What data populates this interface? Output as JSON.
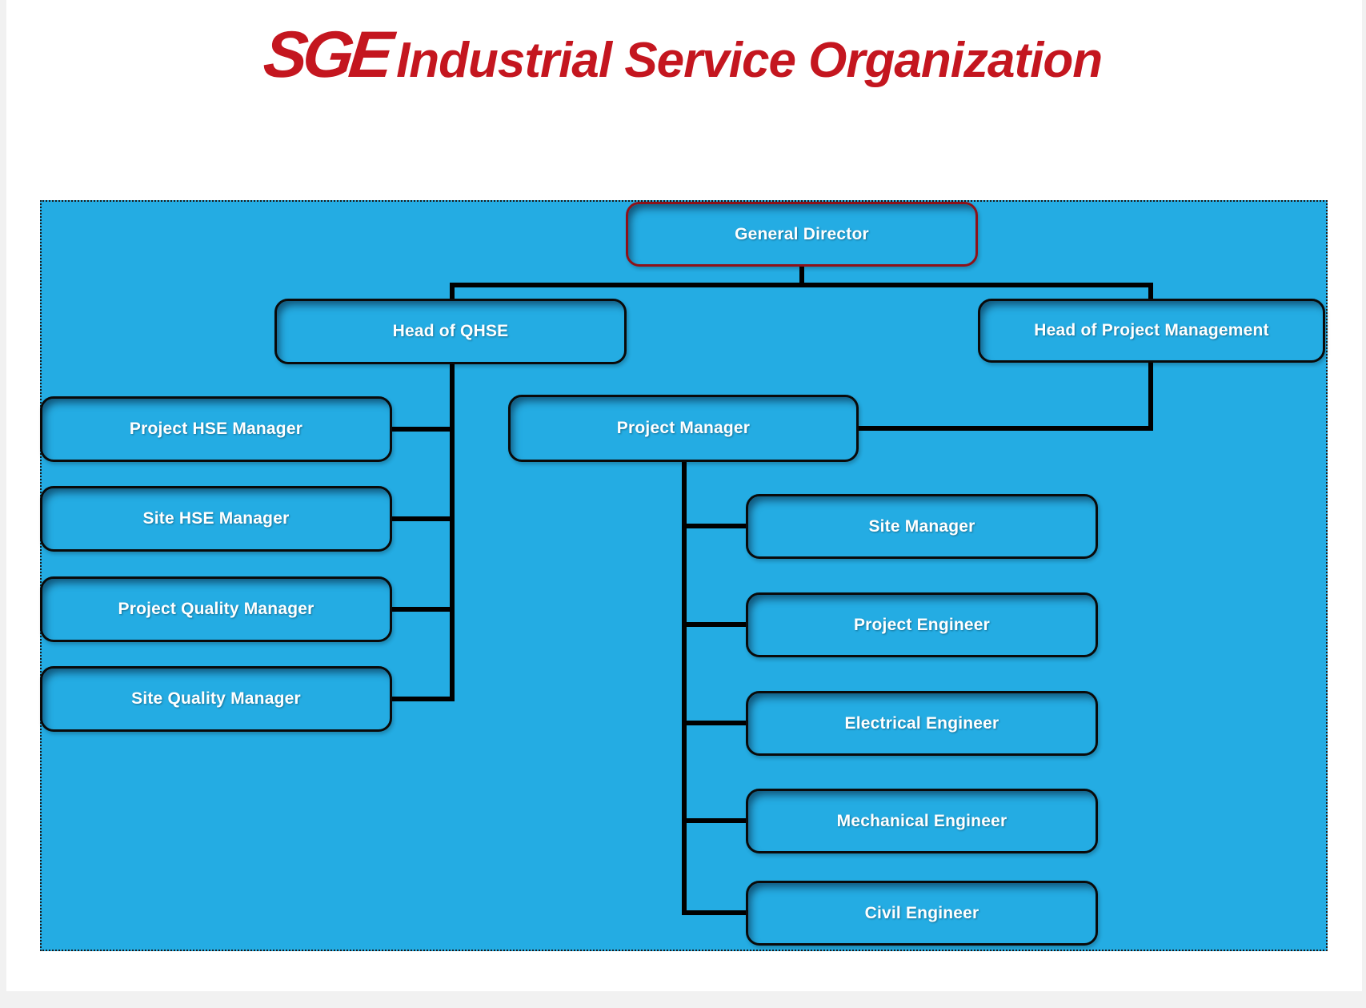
{
  "header": {
    "logo_text": "SGE",
    "title": "Industrial Service Organization"
  },
  "colors": {
    "brand_red": "#C4161F",
    "canvas_blue": "#24ACE3",
    "node_border": "#0A0A0A",
    "root_node_border": "#8E1118",
    "connector": "#000000",
    "node_text": "#FFFFFF"
  },
  "org_chart": {
    "nodes": {
      "general_director": "General Director",
      "head_of_qhse": "Head of QHSE",
      "head_of_project_management": "Head of Project Management",
      "project_hse_manager": "Project HSE Manager",
      "site_hse_manager": "Site HSE Manager",
      "project_quality_manager": "Project Quality Manager",
      "site_quality_manager": "Site Quality Manager",
      "project_manager": "Project Manager",
      "site_manager": "Site Manager",
      "project_engineer": "Project Engineer",
      "electrical_engineer": "Electrical Engineer",
      "mechanical_engineer": "Mechanical Engineer",
      "civil_engineer": "Civil Engineer"
    },
    "hierarchy": [
      {
        "parent": "General Director",
        "children": [
          "Head of QHSE",
          "Head of Project Management"
        ]
      },
      {
        "parent": "Head of QHSE",
        "children": [
          "Project HSE Manager",
          "Site HSE Manager",
          "Project Quality Manager",
          "Site Quality Manager"
        ]
      },
      {
        "parent": "Head of Project Management",
        "children": [
          "Project Manager"
        ]
      },
      {
        "parent": "Project Manager",
        "children": [
          "Site Manager",
          "Project Engineer",
          "Electrical Engineer",
          "Mechanical Engineer",
          "Civil Engineer"
        ]
      }
    ]
  }
}
